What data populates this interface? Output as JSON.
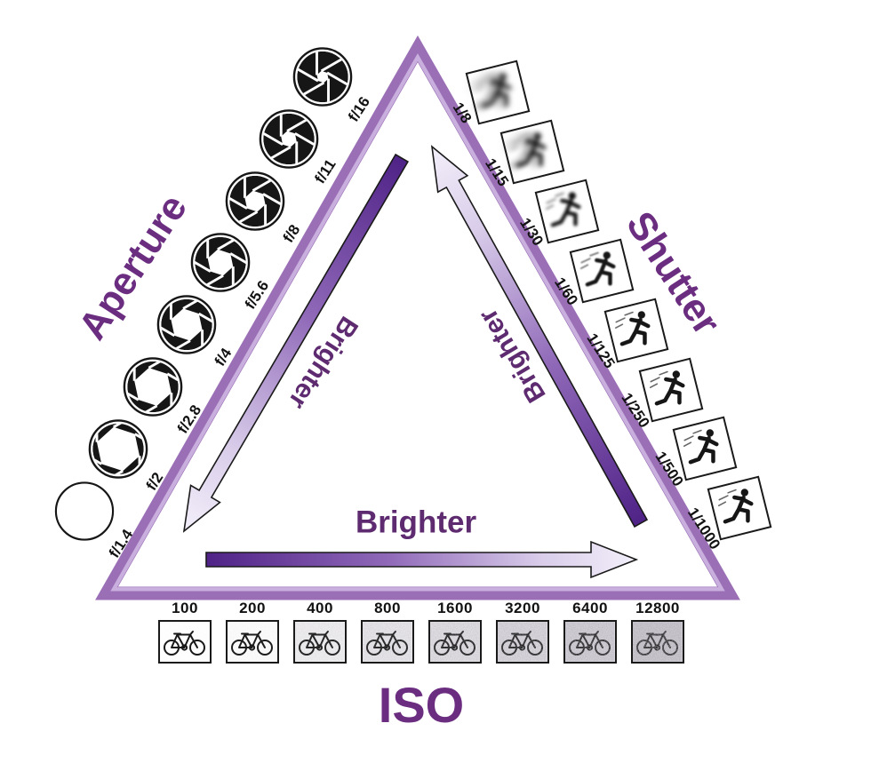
{
  "axes": {
    "aperture": {
      "title": "Aperture",
      "icon": "aperture-blades-icon",
      "stops": [
        "f/1.4",
        "f/2",
        "f/2.8",
        "f/4",
        "f/5.6",
        "f/8",
        "f/11",
        "f/16"
      ]
    },
    "shutter": {
      "title": "Shutter",
      "icon": "running-person-icon",
      "stops": [
        "1/8",
        "1/15",
        "1/30",
        "1/60",
        "1/125",
        "1/250",
        "1/500",
        "1/1000"
      ]
    },
    "iso": {
      "title": "ISO",
      "icon": "bicycle-icon",
      "stops": [
        "100",
        "200",
        "400",
        "800",
        "1600",
        "3200",
        "6400",
        "12800"
      ]
    }
  },
  "arrows": {
    "aperture_label": "Brighter",
    "shutter_label": "Brighter",
    "iso_label": "Brighter"
  },
  "colors": {
    "triangle_stroke": "#9a6fb6",
    "triangle_stroke_inner": "#c9afdd",
    "title_text": "#6b2d80",
    "brighter_text": "#5e2b70",
    "arrow_dark": "#4f2287",
    "arrow_mid": "#8f68b8",
    "arrow_pale": "#d9cdea",
    "arrow_light": "#f3effa",
    "icon_ink": "#161616"
  }
}
